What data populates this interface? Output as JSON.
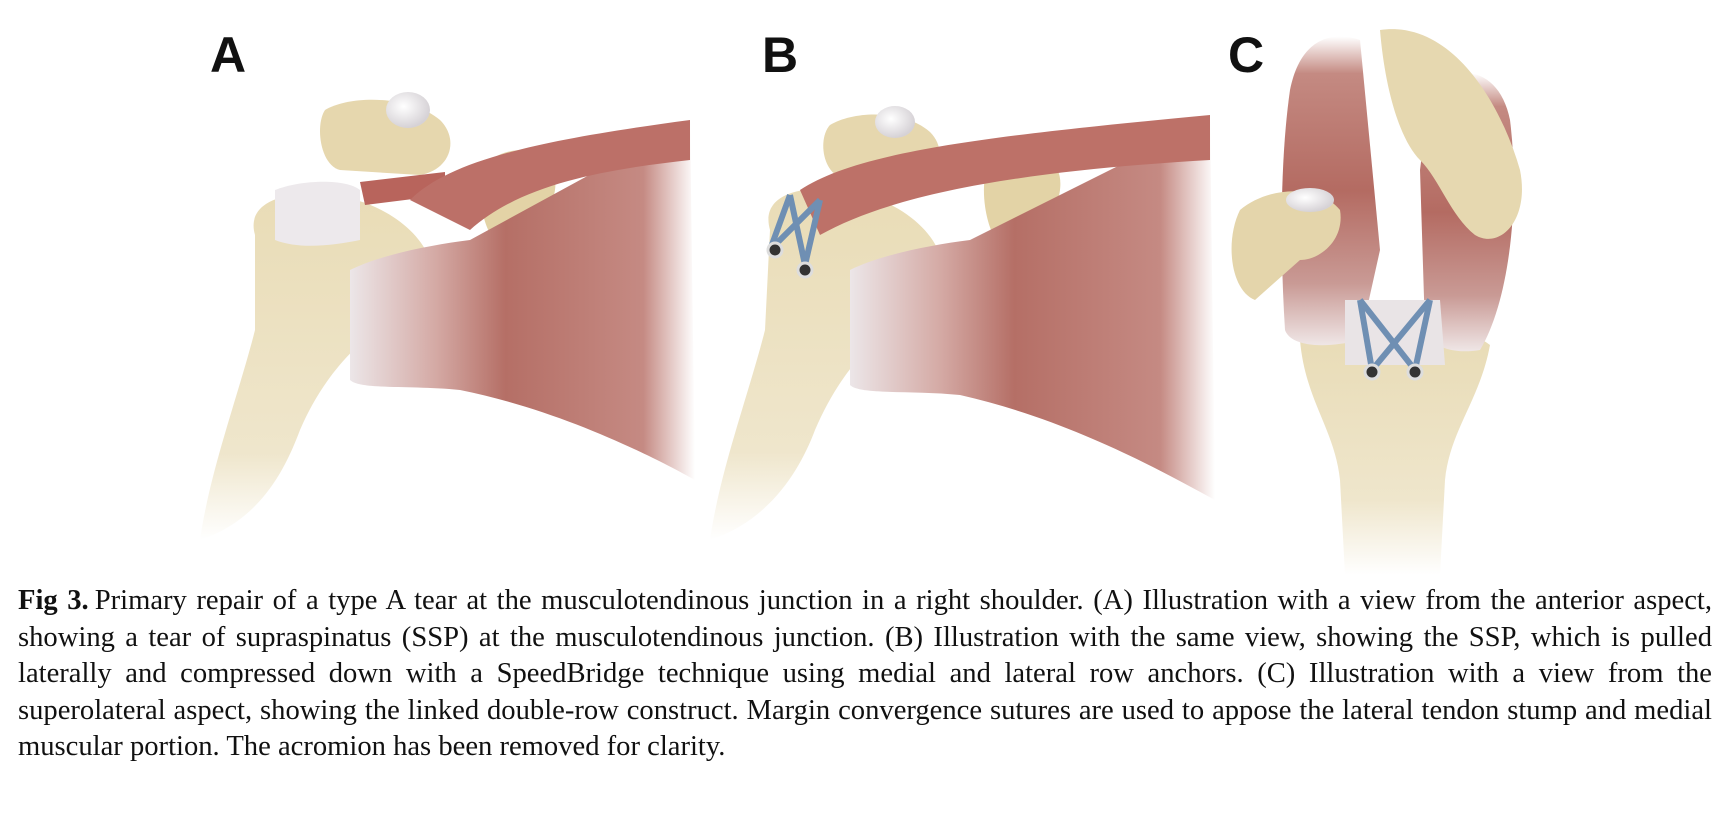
{
  "figure": {
    "panels": [
      {
        "label": "A"
      },
      {
        "label": "B"
      },
      {
        "label": "C"
      }
    ]
  },
  "caption": {
    "label": "Fig 3.",
    "text": "Primary repair of a type A tear at the musculotendinous junction in a right shoulder. (A) Illustration with a view from the anterior aspect, showing a tear of supraspinatus (SSP) at the musculotendinous junction. (B) Illustration with the same view, showing the SSP, which is pulled laterally and compressed down with a SpeedBridge technique using medial and lateral row anchors. (C) Illustration with a view from the superolateral aspect, showing the linked double-row construct. Margin convergence sutures are used to appose the lateral tendon stump and medial muscular portion. The acromion has been removed for clarity."
  },
  "colors": {
    "bone": "#e8dcb8",
    "muscle": "#b86a62",
    "tendon": "#ece8ea",
    "suture": "#6f8fb3"
  }
}
